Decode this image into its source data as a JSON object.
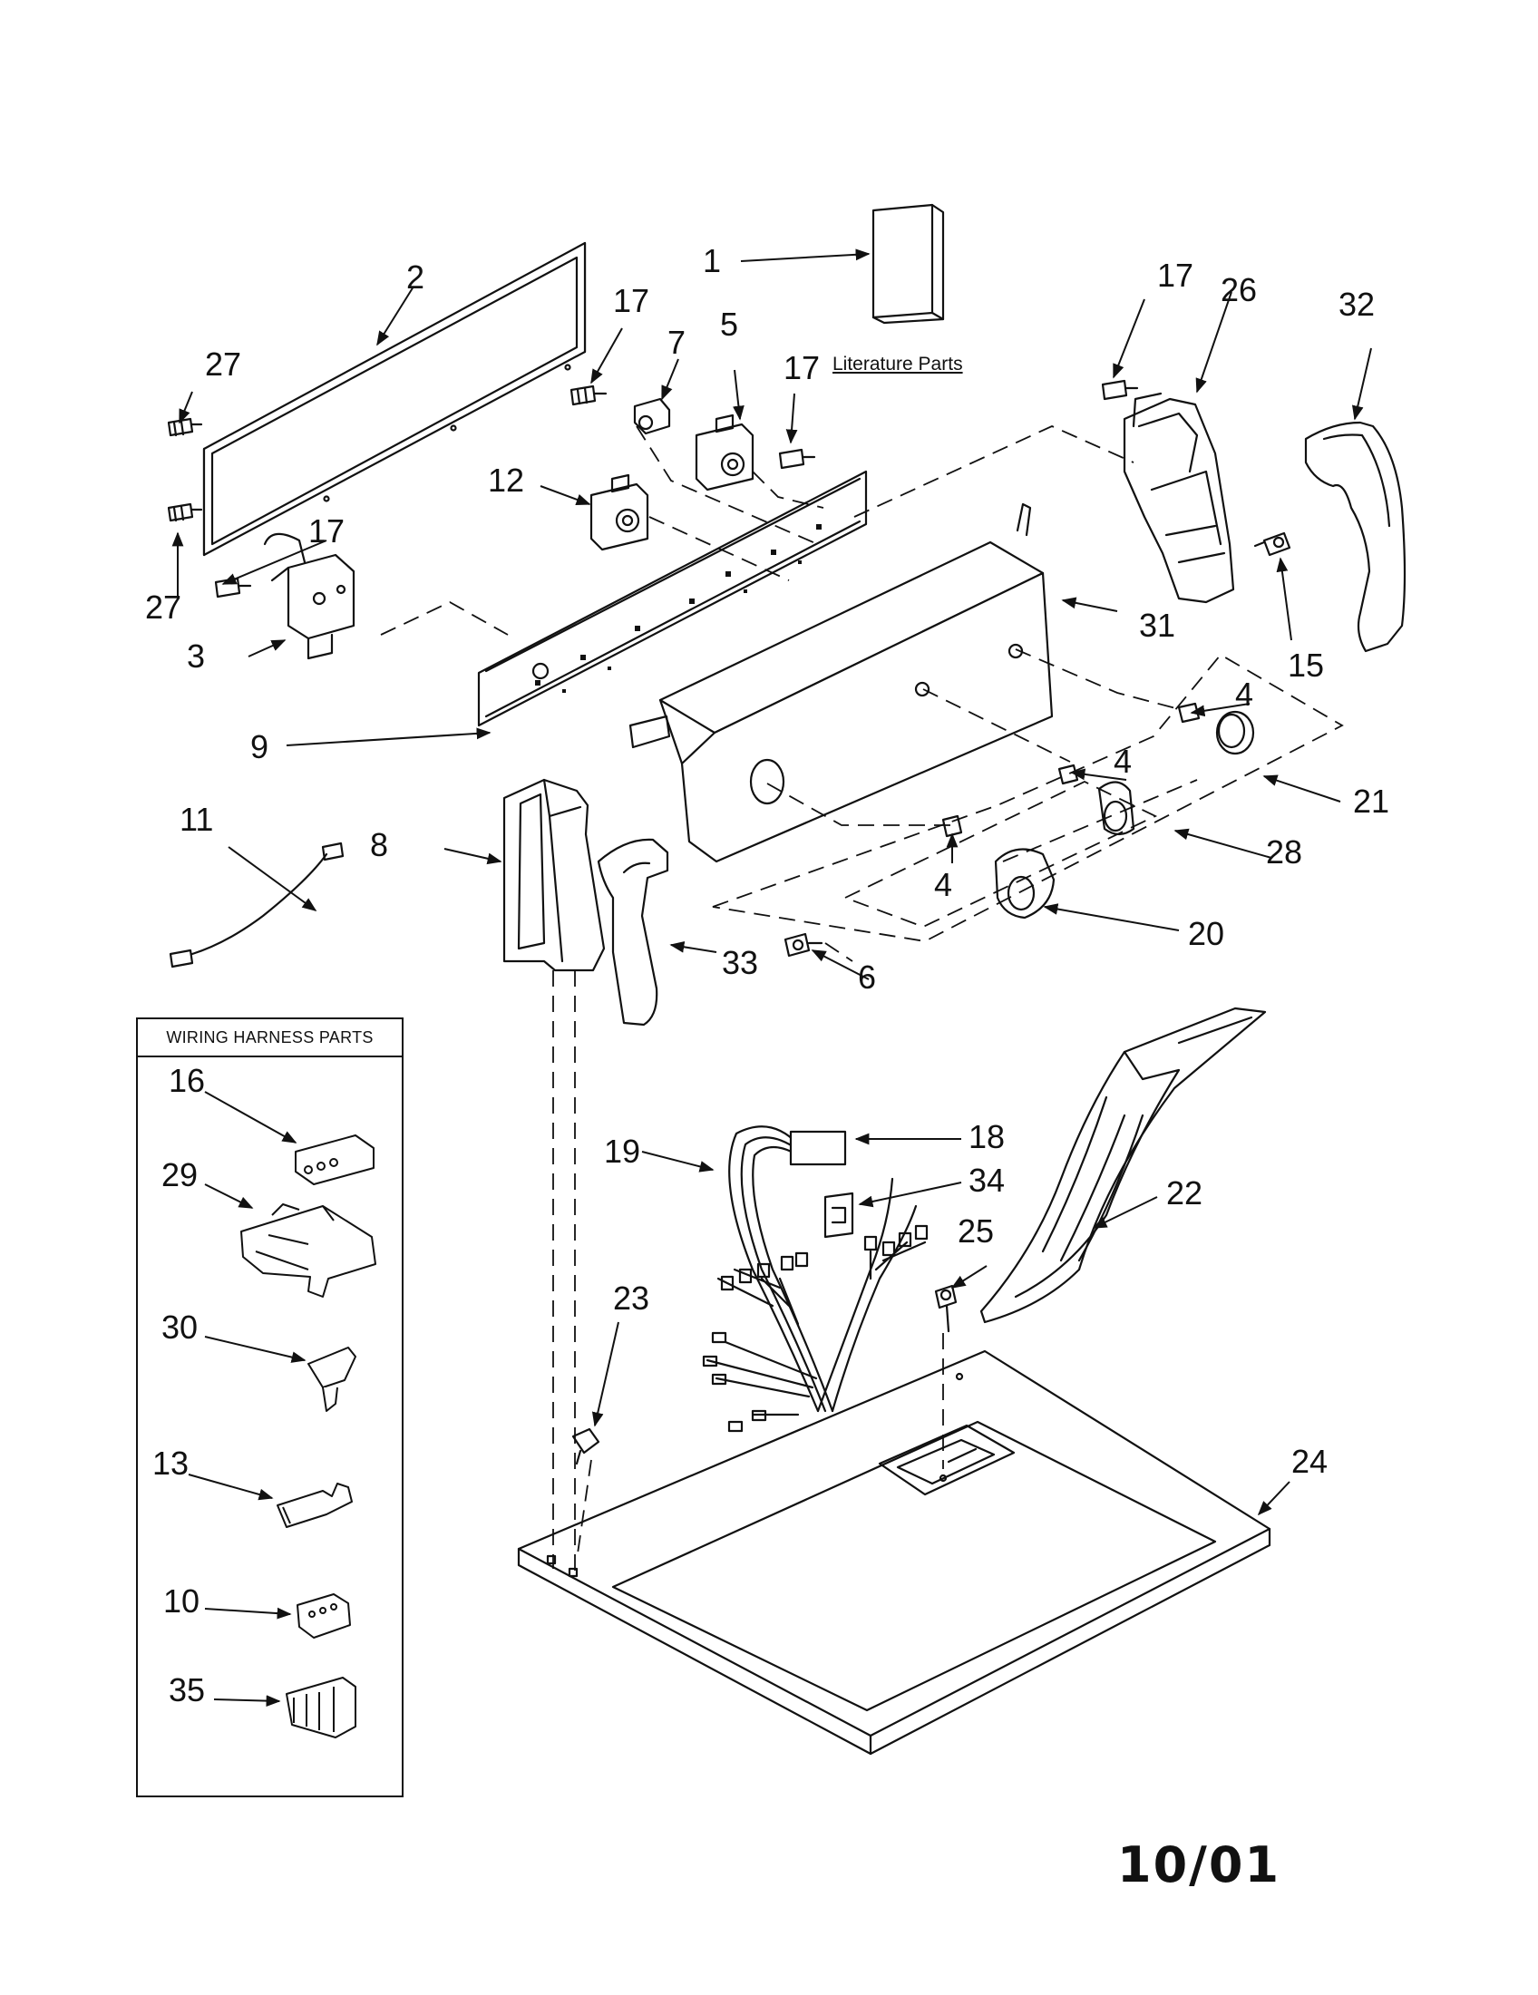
{
  "callouts": [
    {
      "id": "c1",
      "text": "1"
    },
    {
      "id": "c2",
      "text": "2"
    },
    {
      "id": "c3",
      "text": "3"
    },
    {
      "id": "c4a",
      "text": "4"
    },
    {
      "id": "c4b",
      "text": "4"
    },
    {
      "id": "c4c",
      "text": "4"
    },
    {
      "id": "c5",
      "text": "5"
    },
    {
      "id": "c6",
      "text": "6"
    },
    {
      "id": "c7",
      "text": "7"
    },
    {
      "id": "c8",
      "text": "8"
    },
    {
      "id": "c9",
      "text": "9"
    },
    {
      "id": "c11",
      "text": "11"
    },
    {
      "id": "c12",
      "text": "12"
    },
    {
      "id": "c15",
      "text": "15"
    },
    {
      "id": "c17a",
      "text": "17"
    },
    {
      "id": "c17b",
      "text": "17"
    },
    {
      "id": "c17c",
      "text": "17"
    },
    {
      "id": "c17d",
      "text": "17"
    },
    {
      "id": "c18",
      "text": "18"
    },
    {
      "id": "c19",
      "text": "19"
    },
    {
      "id": "c20",
      "text": "20"
    },
    {
      "id": "c21",
      "text": "21"
    },
    {
      "id": "c22",
      "text": "22"
    },
    {
      "id": "c23",
      "text": "23"
    },
    {
      "id": "c24",
      "text": "24"
    },
    {
      "id": "c25",
      "text": "25"
    },
    {
      "id": "c26",
      "text": "26"
    },
    {
      "id": "c27a",
      "text": "27"
    },
    {
      "id": "c27b",
      "text": "27"
    },
    {
      "id": "c28",
      "text": "28"
    },
    {
      "id": "c31",
      "text": "31"
    },
    {
      "id": "c32",
      "text": "32"
    },
    {
      "id": "c33",
      "text": "33"
    },
    {
      "id": "c34",
      "text": "34"
    }
  ],
  "literature_label": "Literature Parts",
  "harness": {
    "title": "WIRING HARNESS PARTS",
    "callouts": [
      {
        "id": "h16",
        "text": "16"
      },
      {
        "id": "h29",
        "text": "29"
      },
      {
        "id": "h30",
        "text": "30"
      },
      {
        "id": "h13",
        "text": "13"
      },
      {
        "id": "h10",
        "text": "10"
      },
      {
        "id": "h35",
        "text": "35"
      }
    ]
  },
  "date_code": "10/01"
}
